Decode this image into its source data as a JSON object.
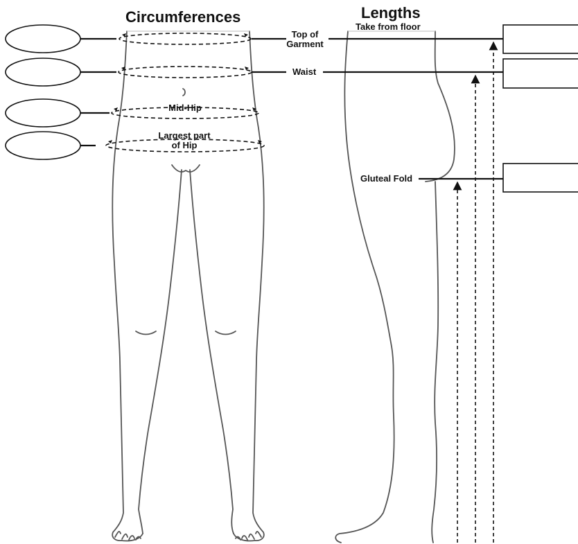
{
  "headings": {
    "circumferences": "Circumferences",
    "lengths": "Lengths",
    "lengths_note": "Take from floor"
  },
  "circumference_points": [
    {
      "label": "",
      "entry": ""
    },
    {
      "label": "",
      "entry": ""
    },
    {
      "label": "Mid-Hip",
      "entry": ""
    },
    {
      "label": "Largest part\nof Hip",
      "entry": ""
    }
  ],
  "length_points": [
    {
      "label": "Top of\nGarment",
      "entry": ""
    },
    {
      "label": "Waist",
      "entry": ""
    },
    {
      "label": "Gluteal Fold",
      "entry": ""
    }
  ],
  "colors": {
    "outline": "#555555",
    "line": "#111111",
    "background": "#ffffff"
  }
}
